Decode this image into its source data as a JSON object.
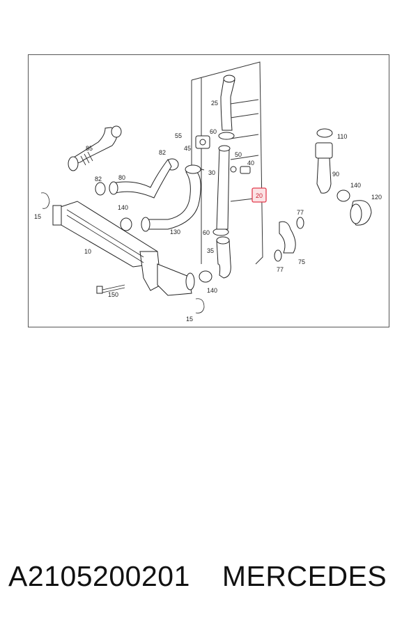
{
  "diagram": {
    "highlighted_part": "20",
    "part_labels": [
      "10",
      "15",
      "15",
      "20",
      "25",
      "30",
      "35",
      "40",
      "45",
      "50",
      "55",
      "60",
      "60",
      "75",
      "77",
      "77",
      "80",
      "82",
      "82",
      "85",
      "90",
      "110",
      "120",
      "130",
      "140",
      "140",
      "140",
      "150"
    ]
  },
  "footer": {
    "part_number": "A2105200201",
    "brand": "MERCEDES"
  }
}
